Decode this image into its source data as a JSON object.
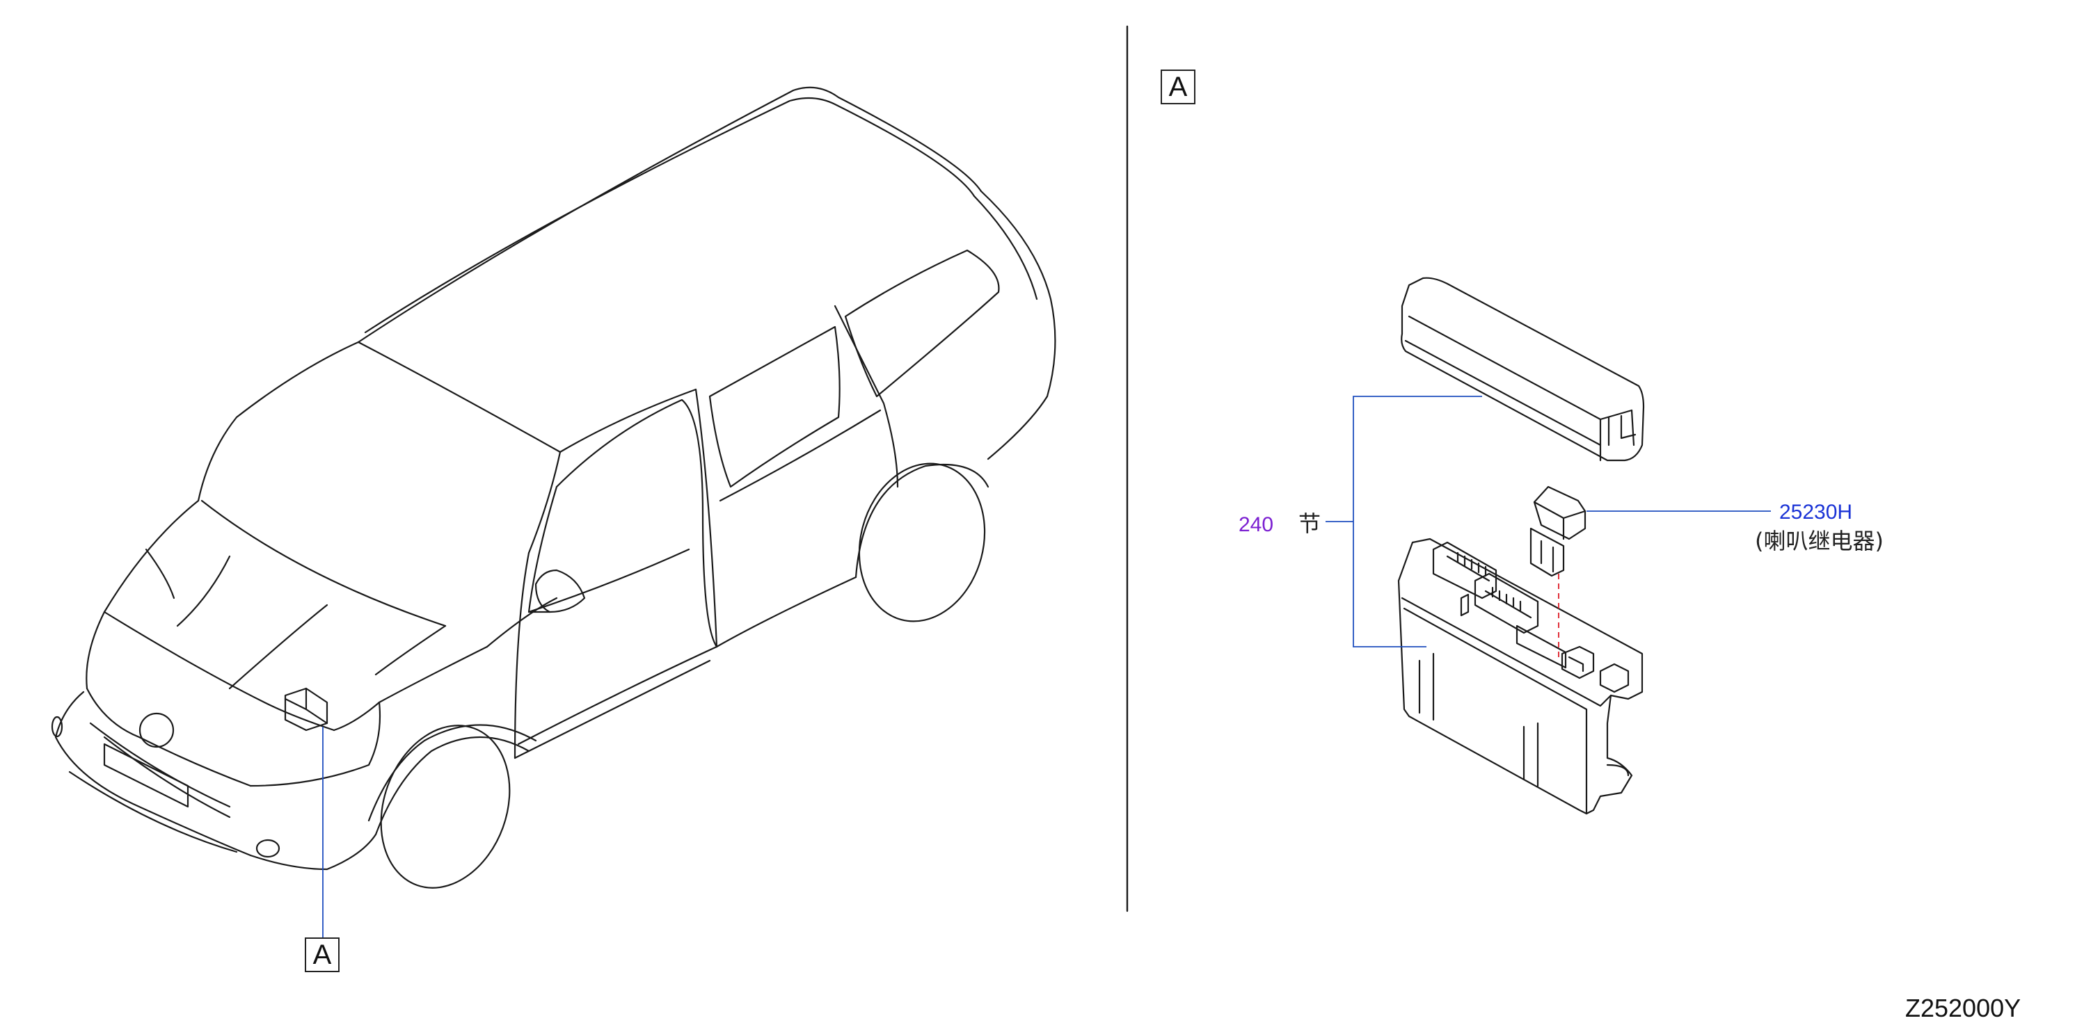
{
  "view_label_left": "A",
  "view_label_right": "A",
  "callouts": [
    {
      "number": "240",
      "name": "节",
      "color": "#7b1fd1"
    },
    {
      "number": "25230H",
      "name": "(喇叭继电器)",
      "color": "#1a33d6"
    }
  ],
  "drawing_code": "Z252000Y",
  "colors": {
    "line": "#1a1a1a",
    "leader": "#1f4fbf",
    "dashed": "#e0303a"
  }
}
